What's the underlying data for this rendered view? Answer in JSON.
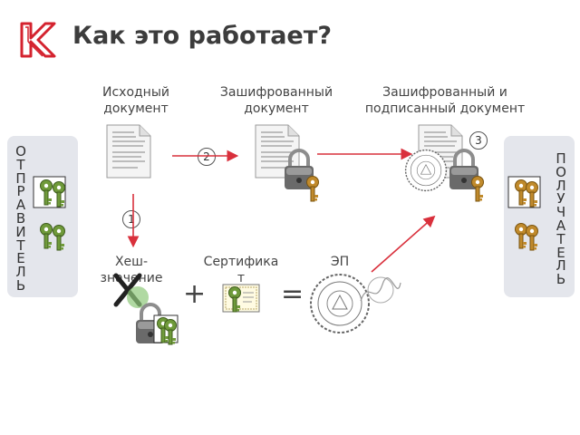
{
  "header": {
    "title": "Как это работает?",
    "logo_letter": "К"
  },
  "labels": {
    "source_doc": [
      "Исходный",
      "документ"
    ],
    "encrypted_doc": [
      "Зашифрованный",
      "документ"
    ],
    "signed_doc": [
      "Зашифрованный и",
      "подписанный документ"
    ],
    "hash": [
      "Хеш-",
      "значение"
    ],
    "certificate": [
      "Сертифика",
      "т"
    ],
    "signature": "ЭП"
  },
  "steps": [
    "1",
    "2",
    "3"
  ],
  "operators": {
    "plus": "+",
    "equals": "="
  },
  "sender": [
    "О",
    "Т",
    "П",
    "Р",
    "А",
    "В",
    "И",
    "Т",
    "Е",
    "Л",
    "Ь"
  ],
  "receiver": [
    "П",
    "О",
    "Л",
    "У",
    "Ч",
    "А",
    "Т",
    "Е",
    "Л",
    "Ь"
  ],
  "colors": {
    "accent": "#d4232f",
    "arrow": "#d9303c",
    "key_green": "#6f9a3a",
    "key_gold": "#c08a2c",
    "panel": "#e4e6ec"
  }
}
